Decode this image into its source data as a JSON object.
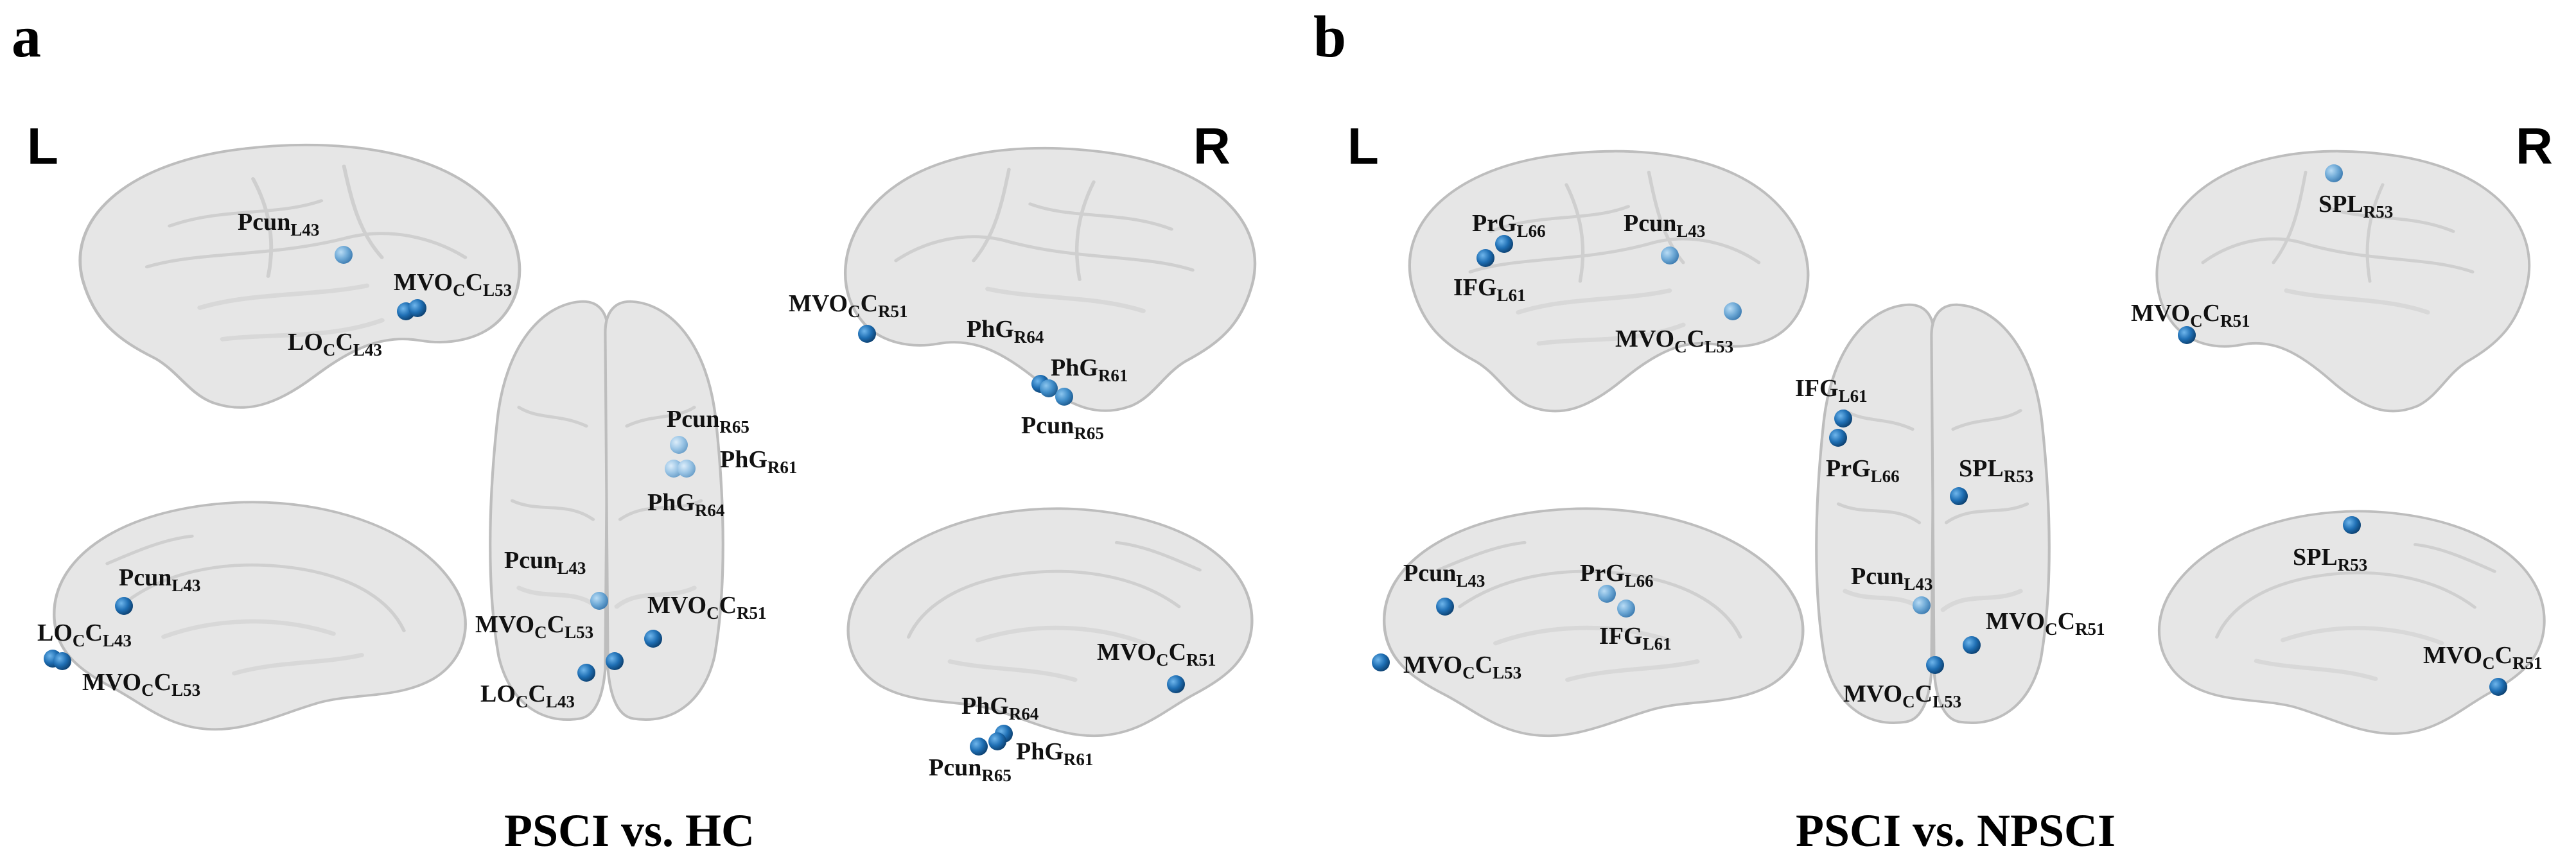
{
  "panels": [
    {
      "letter": "a",
      "caption": "PSCI vs. HC",
      "left_label": "L",
      "right_label": "R",
      "nodes": [
        {
          "view": "lh-lateral",
          "label": [
            [
              "Pcun",
              ""
            ],
            [
              "L43",
              "sub"
            ]
          ],
          "tone": "light"
        },
        {
          "view": "lh-lateral",
          "label": [
            [
              "MVO",
              ""
            ],
            [
              "C",
              "sub"
            ],
            [
              "C",
              ""
            ],
            [
              "L53",
              "sub"
            ]
          ],
          "tone": "dark"
        },
        {
          "view": "lh-lateral",
          "label": [
            [
              "LO",
              ""
            ],
            [
              "C",
              "sub"
            ],
            [
              "C",
              ""
            ],
            [
              "L43",
              "sub"
            ]
          ],
          "tone": "dark"
        },
        {
          "view": "lh-medial",
          "label": [
            [
              "Pcun",
              ""
            ],
            [
              "L43",
              "sub"
            ]
          ],
          "tone": "dark"
        },
        {
          "view": "lh-medial",
          "label": [
            [
              "LO",
              ""
            ],
            [
              "C",
              "sub"
            ],
            [
              "C",
              ""
            ],
            [
              "L43",
              "sub"
            ]
          ],
          "tone": "dark"
        },
        {
          "view": "lh-medial",
          "label": [
            [
              "MVO",
              ""
            ],
            [
              "C",
              "sub"
            ],
            [
              "C",
              ""
            ],
            [
              "L53",
              "sub"
            ]
          ],
          "tone": "dark"
        },
        {
          "view": "dorsal",
          "label": [
            [
              "Pcun",
              ""
            ],
            [
              "R65",
              "sub"
            ]
          ],
          "tone": "pale"
        },
        {
          "view": "dorsal",
          "label": [
            [
              "PhG",
              ""
            ],
            [
              "R61",
              "sub"
            ]
          ],
          "tone": "pale"
        },
        {
          "view": "dorsal",
          "label": [
            [
              "PhG",
              ""
            ],
            [
              "R64",
              "sub"
            ]
          ],
          "tone": "pale"
        },
        {
          "view": "dorsal",
          "label": [
            [
              "Pcun",
              ""
            ],
            [
              "L43",
              "sub"
            ]
          ],
          "tone": "light"
        },
        {
          "view": "dorsal",
          "label": [
            [
              "MVO",
              ""
            ],
            [
              "C",
              "sub"
            ],
            [
              "C",
              ""
            ],
            [
              "L53",
              "sub"
            ]
          ],
          "tone": "dark"
        },
        {
          "view": "dorsal",
          "label": [
            [
              "MVO",
              ""
            ],
            [
              "C",
              "sub"
            ],
            [
              "C",
              ""
            ],
            [
              "R51",
              "sub"
            ]
          ],
          "tone": "dark"
        },
        {
          "view": "dorsal",
          "label": [
            [
              "LO",
              ""
            ],
            [
              "C",
              "sub"
            ],
            [
              "C",
              ""
            ],
            [
              "L43",
              "sub"
            ]
          ],
          "tone": "dark"
        },
        {
          "view": "rh-medial",
          "label": [
            [
              "MVO",
              ""
            ],
            [
              "C",
              "sub"
            ],
            [
              "C",
              ""
            ],
            [
              "R51",
              "sub"
            ]
          ],
          "tone": "dark"
        },
        {
          "view": "rh-medial",
          "label": [
            [
              "PhG",
              ""
            ],
            [
              "R64",
              "sub"
            ]
          ],
          "tone": "dark"
        },
        {
          "view": "rh-medial",
          "label": [
            [
              "PhG",
              ""
            ],
            [
              "R61",
              "sub"
            ]
          ],
          "tone": "mid"
        },
        {
          "view": "rh-medial",
          "label": [
            [
              "Pcun",
              ""
            ],
            [
              "R65",
              "sub"
            ]
          ],
          "tone": "mid"
        },
        {
          "view": "rh-lateral",
          "label": [
            [
              "MVO",
              ""
            ],
            [
              "C",
              "sub"
            ],
            [
              "C",
              ""
            ],
            [
              "R51",
              "sub"
            ]
          ],
          "tone": "dark"
        },
        {
          "view": "rh-lateral",
          "label": [
            [
              "PhG",
              ""
            ],
            [
              "R64",
              "sub"
            ]
          ],
          "tone": "dark"
        },
        {
          "view": "rh-lateral",
          "label": [
            [
              "PhG",
              ""
            ],
            [
              "R61",
              "sub"
            ]
          ],
          "tone": "dark"
        },
        {
          "view": "rh-lateral",
          "label": [
            [
              "Pcun",
              ""
            ],
            [
              "R65",
              "sub"
            ]
          ],
          "tone": "dark"
        }
      ]
    },
    {
      "letter": "b",
      "caption": "PSCI vs. NPSCI",
      "left_label": "L",
      "right_label": "R",
      "nodes": [
        {
          "view": "lh-lateral",
          "label": [
            [
              "PrG",
              ""
            ],
            [
              "L66",
              "sub"
            ]
          ],
          "tone": "dark"
        },
        {
          "view": "lh-lateral",
          "label": [
            [
              "IFG",
              ""
            ],
            [
              "L61",
              "sub"
            ]
          ],
          "tone": "dark"
        },
        {
          "view": "lh-lateral",
          "label": [
            [
              "Pcun",
              ""
            ],
            [
              "L43",
              "sub"
            ]
          ],
          "tone": "light"
        },
        {
          "view": "lh-lateral",
          "label": [
            [
              "MVO",
              ""
            ],
            [
              "C",
              "sub"
            ],
            [
              "C",
              ""
            ],
            [
              "L53",
              "sub"
            ]
          ],
          "tone": "light"
        },
        {
          "view": "lh-medial",
          "label": [
            [
              "Pcun",
              ""
            ],
            [
              "L43",
              "sub"
            ]
          ],
          "tone": "dark"
        },
        {
          "view": "lh-medial",
          "label": [
            [
              "MVO",
              ""
            ],
            [
              "C",
              "sub"
            ],
            [
              "C",
              ""
            ],
            [
              "L53",
              "sub"
            ]
          ],
          "tone": "dark"
        },
        {
          "view": "lh-medial",
          "label": [
            [
              "PrG",
              ""
            ],
            [
              "L66",
              "sub"
            ]
          ],
          "tone": "light"
        },
        {
          "view": "lh-medial",
          "label": [
            [
              "IFG",
              ""
            ],
            [
              "L61",
              "sub"
            ]
          ],
          "tone": "light"
        },
        {
          "view": "dorsal",
          "label": [
            [
              "IFG",
              ""
            ],
            [
              "L61",
              "sub"
            ]
          ],
          "tone": "dark"
        },
        {
          "view": "dorsal",
          "label": [
            [
              "PrG",
              ""
            ],
            [
              "L66",
              "sub"
            ]
          ],
          "tone": "dark"
        },
        {
          "view": "dorsal",
          "label": [
            [
              "SPL",
              ""
            ],
            [
              "R53",
              "sub"
            ]
          ],
          "tone": "dark"
        },
        {
          "view": "dorsal",
          "label": [
            [
              "Pcun",
              ""
            ],
            [
              "L43",
              "sub"
            ]
          ],
          "tone": "light"
        },
        {
          "view": "dorsal",
          "label": [
            [
              "MVO",
              ""
            ],
            [
              "C",
              "sub"
            ],
            [
              "C",
              ""
            ],
            [
              "R51",
              "sub"
            ]
          ],
          "tone": "dark"
        },
        {
          "view": "dorsal",
          "label": [
            [
              "MVO",
              ""
            ],
            [
              "C",
              "sub"
            ],
            [
              "C",
              ""
            ],
            [
              "L53",
              "sub"
            ]
          ],
          "tone": "dark"
        },
        {
          "view": "rh-medial",
          "label": [
            [
              "SPL",
              ""
            ],
            [
              "R53",
              "sub"
            ]
          ],
          "tone": "light"
        },
        {
          "view": "rh-medial",
          "label": [
            [
              "MVO",
              ""
            ],
            [
              "C",
              "sub"
            ],
            [
              "C",
              ""
            ],
            [
              "R51",
              "sub"
            ]
          ],
          "tone": "dark"
        },
        {
          "view": "rh-lateral",
          "label": [
            [
              "SPL",
              ""
            ],
            [
              "R53",
              "sub"
            ]
          ],
          "tone": "dark"
        },
        {
          "view": "rh-lateral",
          "label": [
            [
              "MVO",
              ""
            ],
            [
              "C",
              "sub"
            ],
            [
              "C",
              ""
            ],
            [
              "R51",
              "sub"
            ]
          ],
          "tone": "dark"
        }
      ]
    }
  ],
  "colors": {
    "dark": "#1f6fb4",
    "mid": "#3f8cc8",
    "light": "#6ea9d6",
    "pale": "#9cc6e6",
    "brain_fill": "#e6e6e6",
    "brain_edge": "#bdbdbd",
    "text": "#111111"
  }
}
